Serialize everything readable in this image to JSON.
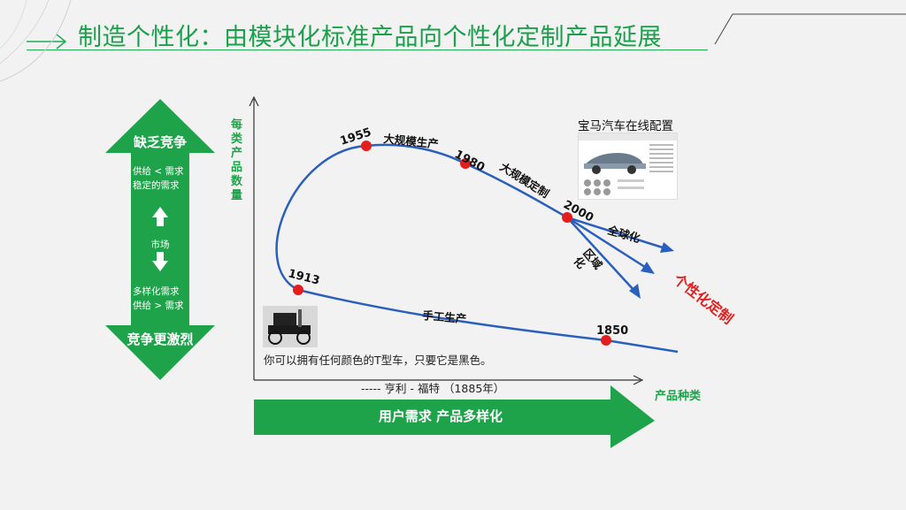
{
  "title": "制造个性化：由模块化标准产品向个性化定制产品延展",
  "left_arrow": {
    "top_label": "缺乏竞争",
    "top_text": "供给 < 需求 稳定的需求",
    "middle_text": "市场",
    "bottom_text": "多样化需求 供给 > 需求",
    "bottom_label": "竞争更激烈"
  },
  "axes": {
    "y_label": "每类产品数量",
    "x_label": "产品种类"
  },
  "curve_points": [
    {
      "year": "1955",
      "phase": "大规模生产"
    },
    {
      "year": "1980",
      "phase": "大规模定制"
    },
    {
      "year": "2000",
      "phase": ""
    },
    {
      "year": "1913",
      "phase": ""
    },
    {
      "year": "1850",
      "phase": "手工生产"
    }
  ],
  "labels": {
    "mass_production": "大规模生产",
    "mass_customization": "大规模定制",
    "handmade": "手工生产",
    "global": "全球化",
    "regional": "区域化",
    "personalized": "个性化定制"
  },
  "bmw_caption": "宝马汽车在线配置",
  "quote": {
    "text": "你可以拥有任何颜色的T型车，只要它是黑色。",
    "author": "----- 亨利 - 福特 （1885年）"
  },
  "bottom_arrow_label": "用户需求  产品多样化",
  "colors": {
    "green": "#1ea34a",
    "red": "#e41e1e",
    "blue": "#2a5fbd"
  }
}
